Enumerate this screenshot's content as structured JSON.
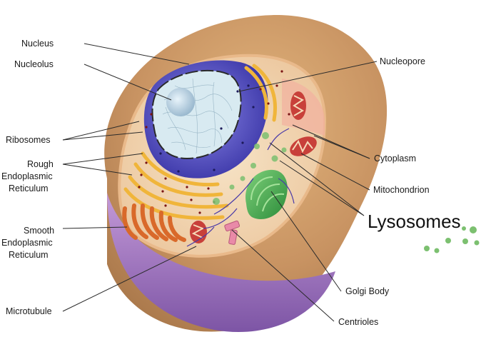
{
  "diagram": {
    "labels": {
      "nucleus": "Nucleus",
      "nucleolus": "Nucleolus",
      "ribosomes": "Ribosomes",
      "rough_er": [
        "Rough",
        "Endoplasmic",
        "Reticulum"
      ],
      "smooth_er": [
        "Smooth",
        "Endoplasmic",
        "Reticulum"
      ],
      "microtubule": "Microtubule",
      "nucleopore": "Nucleopore",
      "cytoplasm": "Cytoplasm",
      "mitochondrion": "Mitochondrion",
      "lysosomes": "Lysosomes",
      "golgi_body": "Golgi Body",
      "centrioles": "Centrioles"
    },
    "colors": {
      "membrane_outer": "#c8a06a",
      "membrane_lower": "#a47bc0",
      "cytoplasm": "#f2d7b3",
      "nuclear_envelope": "#5a55c8",
      "nucleoplasm": "#d9ecf2",
      "nucleolus": "#a9c5da",
      "rough_er": "#f0b53a",
      "smooth_er": "#d9692a",
      "golgi": "#3aa34a",
      "mitochondria": "#c8403a",
      "lysosome": "#7cc070",
      "centrioles": "#e98aa8"
    }
  }
}
